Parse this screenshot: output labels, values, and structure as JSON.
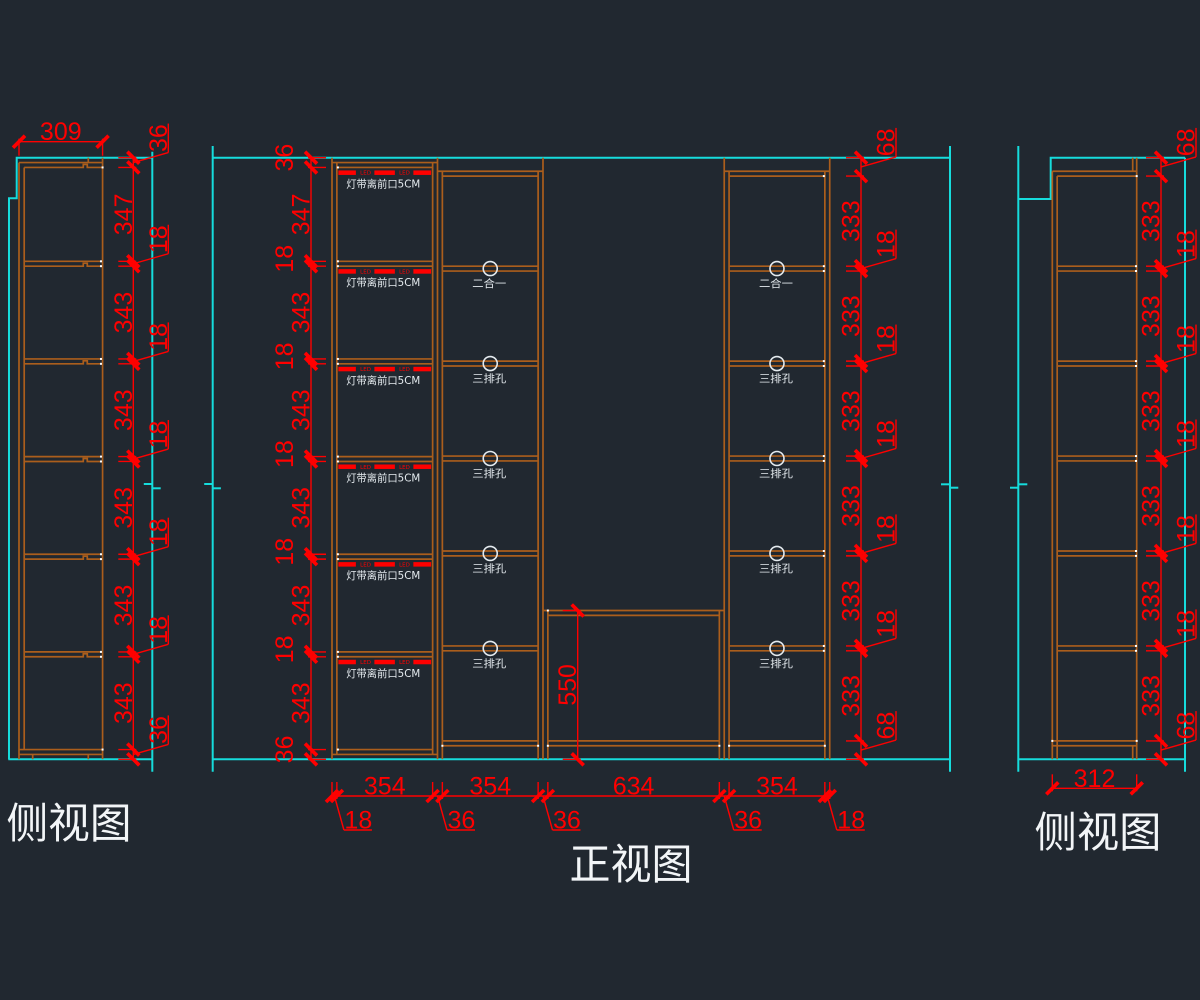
{
  "palette": {
    "background": "#212830",
    "outline": "#16dcdc",
    "cabinet": "#ab5e1c",
    "dimension": "#ff0000",
    "annotation": "#e4eaee",
    "title": "#f2f5f7"
  },
  "views": {
    "left_side": {
      "title": "侧视图",
      "depth_dim": "309",
      "height_dims": [
        "36",
        "347",
        "18",
        "343",
        "18",
        "343",
        "18",
        "343",
        "18",
        "343",
        "18",
        "343",
        "36"
      ]
    },
    "front": {
      "title": "正视图",
      "left_height_dims": [
        "36",
        "347",
        "18",
        "343",
        "18",
        "343",
        "18",
        "343",
        "18",
        "343",
        "18",
        "343",
        "36"
      ],
      "right_height_dims": [
        "68",
        "333",
        "18",
        "333",
        "18",
        "333",
        "18",
        "333",
        "18",
        "333",
        "18",
        "333",
        "68"
      ],
      "width_dims": [
        "18",
        "354",
        "36",
        "354",
        "36",
        "634",
        "36",
        "354",
        "18"
      ],
      "niche_height_dim": "550",
      "led_column": {
        "compartments": [
          {
            "note": "灯带离前口5CM",
            "led_tags": [
              "LED",
              "LED"
            ]
          },
          {
            "note": "灯带离前口5CM",
            "led_tags": [
              "LED",
              "LED"
            ]
          },
          {
            "note": "灯带离前口5CM",
            "led_tags": [
              "LED",
              "LED"
            ]
          },
          {
            "note": "灯带离前口5CM",
            "led_tags": [
              "LED",
              "LED"
            ]
          },
          {
            "note": "灯带离前口5CM",
            "led_tags": [
              "LED",
              "LED"
            ]
          },
          {
            "note": "灯带离前口5CM",
            "led_tags": [
              "LED",
              "LED"
            ]
          }
        ]
      },
      "hole_columns": [
        {
          "markers": [
            "二合一",
            "三排孔",
            "三排孔",
            "三排孔",
            "三排孔"
          ]
        },
        {
          "markers": [
            "二合一",
            "三排孔",
            "三排孔",
            "三排孔",
            "三排孔"
          ]
        }
      ]
    },
    "right_side": {
      "title": "侧视图",
      "depth_dim": "312",
      "height_dims": [
        "68",
        "333",
        "18",
        "333",
        "18",
        "333",
        "18",
        "333",
        "18",
        "333",
        "18",
        "333",
        "68"
      ]
    }
  }
}
